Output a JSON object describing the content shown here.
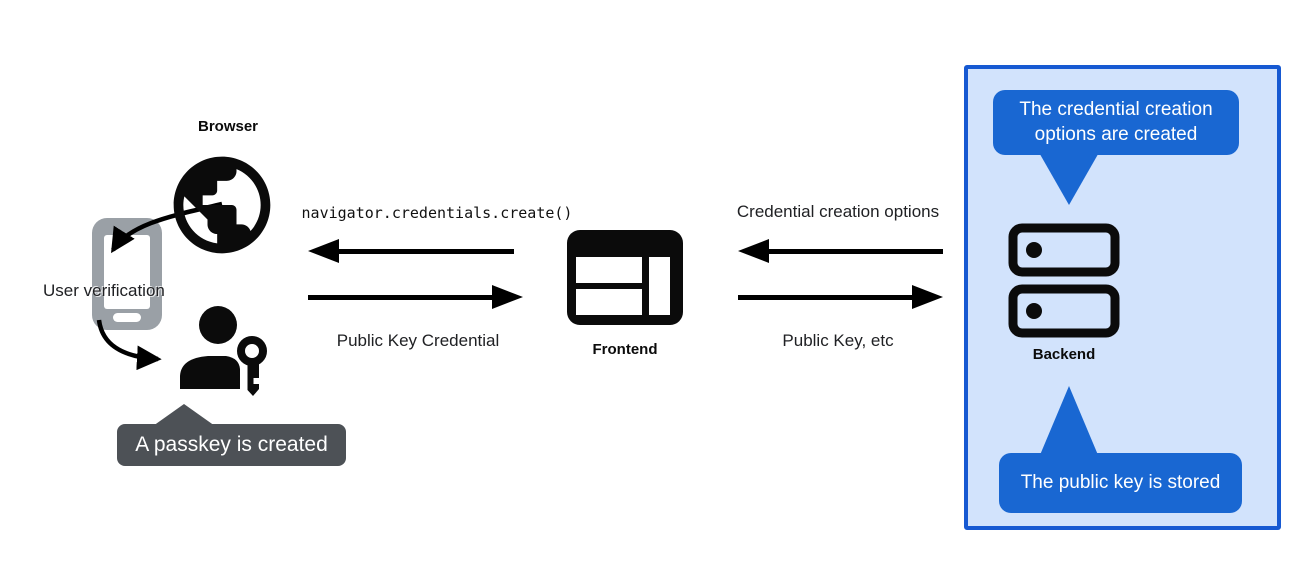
{
  "nodes": {
    "browser": {
      "label": "Browser"
    },
    "frontend": {
      "label": "Frontend"
    },
    "backend": {
      "label": "Backend"
    },
    "user_verification": {
      "label": "User verification"
    }
  },
  "messages": {
    "create_call": "navigator.credentials.create()",
    "public_key_credential": "Public Key Credential",
    "credential_creation_options": "Credential creation options",
    "public_key_etc": "Public Key, etc"
  },
  "callouts": {
    "passkey_created": "A passkey is created",
    "options_created": "The credential creation options are created",
    "public_key_stored": "The public key is stored"
  },
  "icons": {
    "browser": "globe-icon",
    "device": "smartphone-icon",
    "user": "person-key-icon",
    "frontend": "browser-window-icon",
    "backend": "server-stack-icon"
  },
  "colors": {
    "callout_blue": "#1967d2",
    "panel_border_blue": "#1659d2",
    "panel_fill_blue": "#d2e3fc",
    "tooltip_gray": "#4d5156",
    "phone_gray": "#9aa0a6",
    "icon_black": "#000000",
    "text_dark": "#202124",
    "background": "#ffffff"
  }
}
